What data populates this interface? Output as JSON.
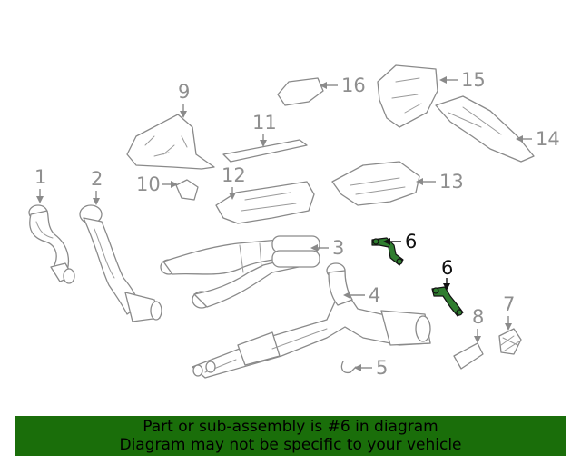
{
  "callouts": [
    {
      "id": "1",
      "label": "1"
    },
    {
      "id": "2",
      "label": "2"
    },
    {
      "id": "3",
      "label": "3"
    },
    {
      "id": "4",
      "label": "4"
    },
    {
      "id": "5",
      "label": "5"
    },
    {
      "id": "6a",
      "label": "6",
      "highlighted": true
    },
    {
      "id": "6b",
      "label": "6",
      "highlighted": true
    },
    {
      "id": "7",
      "label": "7"
    },
    {
      "id": "8",
      "label": "8"
    },
    {
      "id": "9",
      "label": "9"
    },
    {
      "id": "10",
      "label": "10"
    },
    {
      "id": "11",
      "label": "11"
    },
    {
      "id": "12",
      "label": "12"
    },
    {
      "id": "13",
      "label": "13"
    },
    {
      "id": "14",
      "label": "14"
    },
    {
      "id": "15",
      "label": "15"
    },
    {
      "id": "16",
      "label": "16"
    }
  ],
  "banner": {
    "line1": "Part or sub-assembly is #6 in diagram",
    "line2": "Diagram may not be specific to your vehicle",
    "background": "#1a6e0a"
  },
  "colors": {
    "highlight": "#2f7d2f",
    "linework": "#8a8a8a"
  }
}
